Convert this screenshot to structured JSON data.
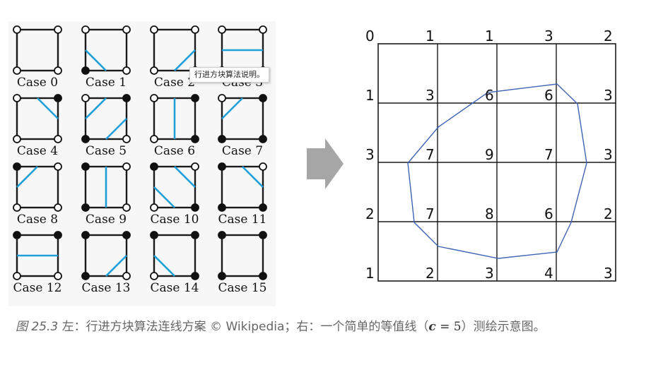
{
  "cases": [
    "Case 0",
    "Case 1",
    "Case 2",
    "Case 3",
    "Case 4",
    "Case 5",
    "Case 6",
    "Case 7",
    "Case 8",
    "Case 9",
    "Case 10",
    "Case 11",
    "Case 12",
    "Case 13",
    "Case 14",
    "Case 15"
  ],
  "tooltip": "行进方块算法说明。",
  "grid": {
    "row_values": [
      [
        "0",
        "1",
        "1",
        "3",
        "2"
      ],
      [
        "1",
        "3",
        "6",
        "6",
        "3"
      ],
      [
        "3",
        "7",
        "9",
        "7",
        "3"
      ],
      [
        "2",
        "7",
        "8",
        "6",
        "2"
      ],
      [
        "1",
        "2",
        "3",
        "4",
        "3"
      ]
    ]
  },
  "colors": {
    "cell_line": "#1a1a1a",
    "isoline_segment": "#1e9fd8",
    "contour": "#3f63b5",
    "arrow": "#a6a6a6",
    "caption_text": "#666666"
  },
  "caption": {
    "fig": "图 25.3",
    "text_before": " 左：行进方块算法连线方案 © Wikipedia；右：一个简单的等值线（",
    "math_var": "c",
    "math_rest": " = 5",
    "text_after": "）测绘示意图。"
  }
}
